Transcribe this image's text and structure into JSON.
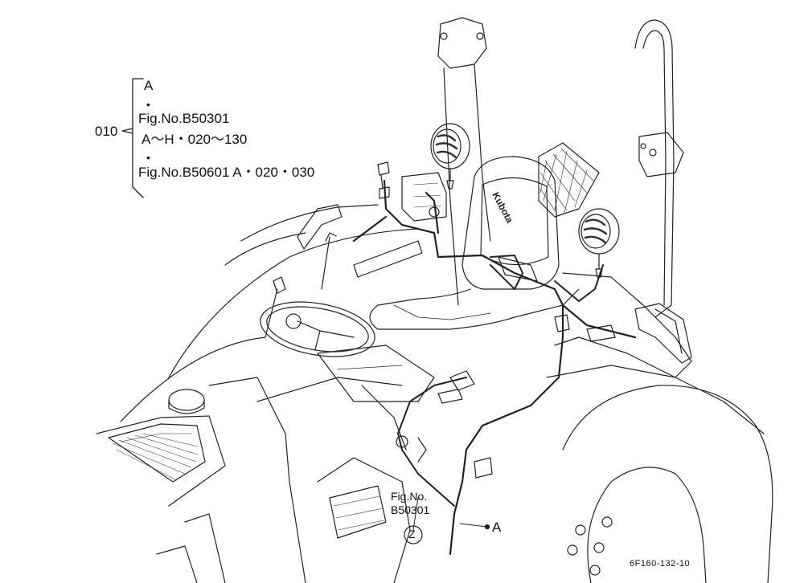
{
  "callout": {
    "part_number": "010",
    "line1": "A",
    "line2": "•",
    "line3": "Fig.No.B50301",
    "line4": "A～H・020～130",
    "line5": "•",
    "line6": "Fig.No.B50601 A・020・030"
  },
  "ref_box": {
    "line1": "Fig.No.",
    "line2": "B50301",
    "letter": "Z"
  },
  "pointer_label": "A",
  "drawing_code": "6F160-132-10",
  "seat_brand": "Kubota"
}
